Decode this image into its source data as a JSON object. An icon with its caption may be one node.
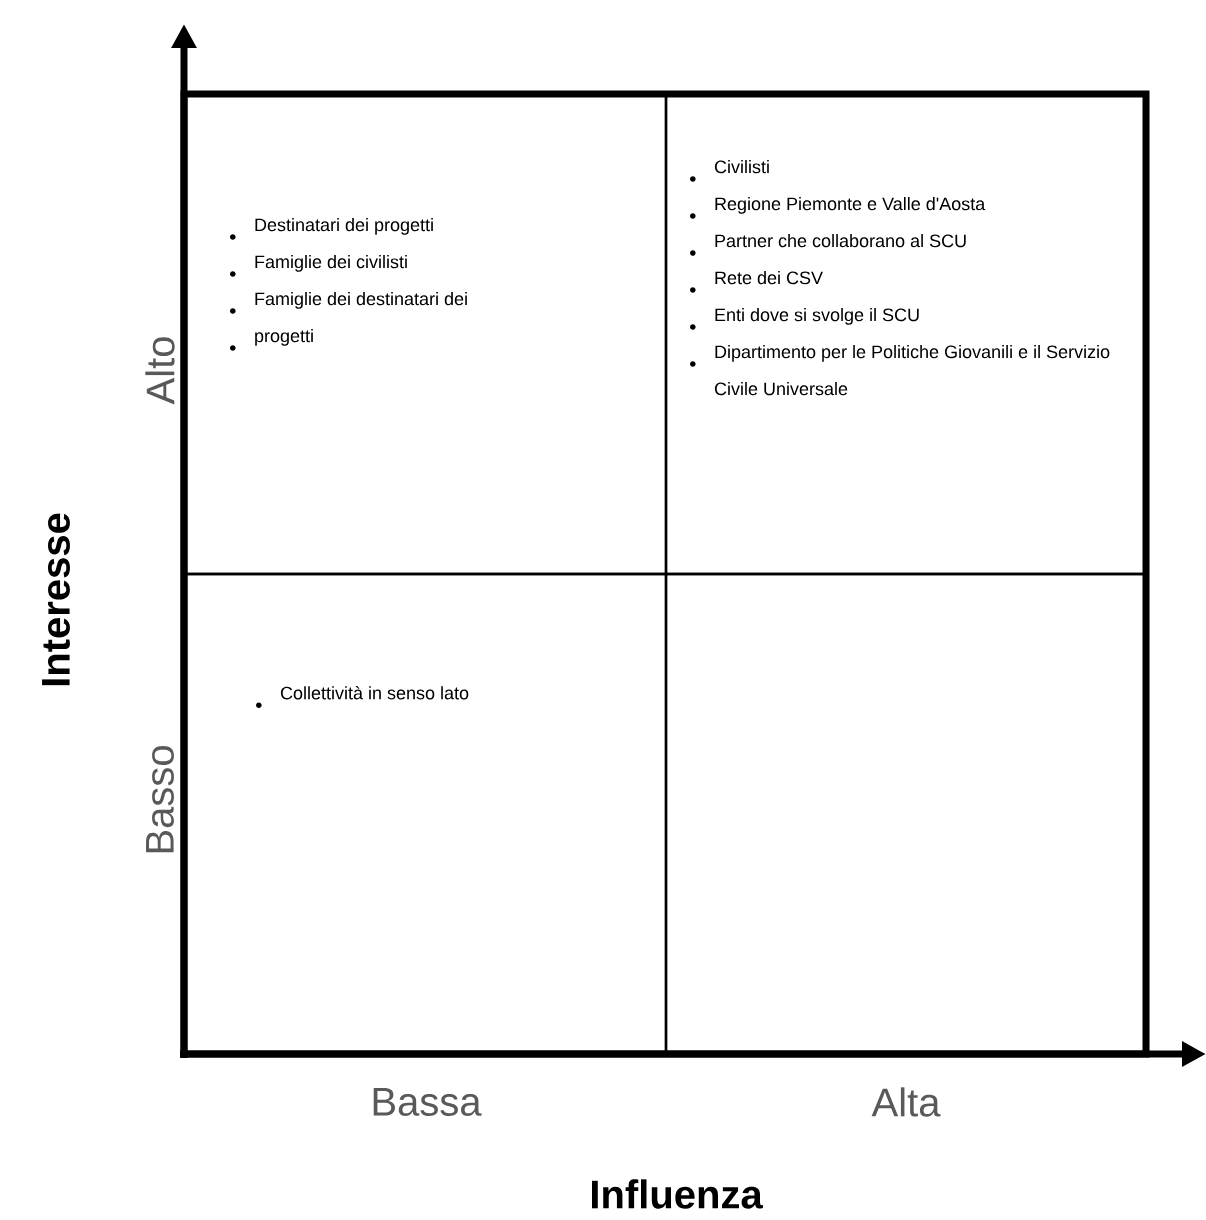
{
  "diagram": {
    "nodes": [
      {
        "text": [
          "Destinatari dei progetti",
          "Famiglie dei civilisti",
          "Famiglie dei destinatari dei",
          "progetti"
        ]
      },
      {
        "text": [
          "Civilisti",
          "Regione Piemonte e Valle d'Aosta",
          "Partner che collaborano al SCU",
          "Rete dei CSV",
          "Enti dove si svolge il SCU",
          "Dipartimento per le Politiche Giovanili e il Servizio Civile Universale"
        ]
      },
      {
        "text": [
          "Collettività in senso lato"
        ]
      },
      {
        "text": [],
        "shape": "box"
      }
    ],
    "labels": [
      "Alto",
      "Interesse",
      "Basso",
      "Bassa",
      "Alta",
      "Influenza"
    ]
  }
}
